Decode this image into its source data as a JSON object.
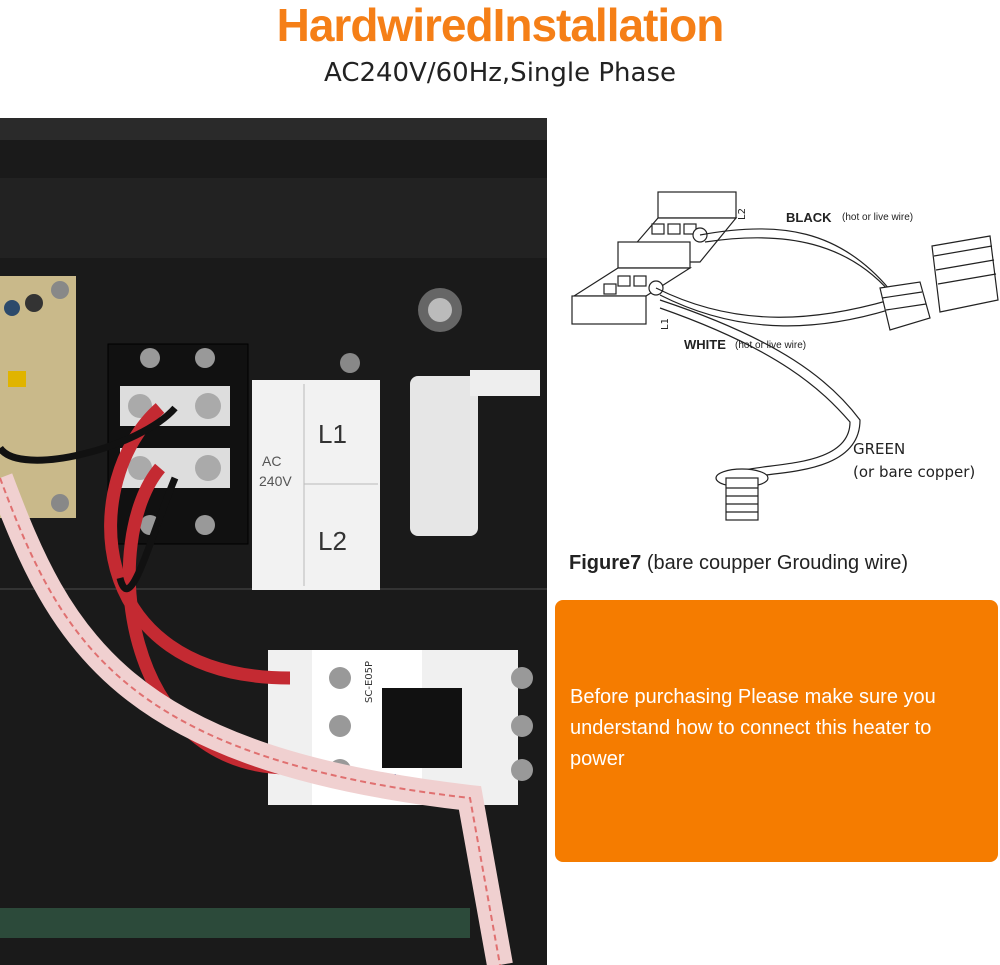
{
  "header": {
    "title": "HardwiredInstallation",
    "subtitle": "AC240V/60Hz,Single Phase"
  },
  "photo": {
    "label_ac": "AC",
    "label_voltage": "240V",
    "label_l1": "L1",
    "label_l2": "L2",
    "contactor_model": "SC-E05P"
  },
  "diagram": {
    "black_label": "BLACK",
    "black_note": "(hot or live wire)",
    "white_label": "WHITE",
    "white_note": "(hot or live wire)",
    "green_label": "GREEN",
    "green_note": "(or bare copper)",
    "terminal_l1": "L1",
    "terminal_l2": "L2"
  },
  "caption": {
    "figure": "Figure7",
    "text": "(bare coupper Grouding wire)"
  },
  "note": {
    "text": "Before purchasing Please make sure you understand how to connect this heater to power"
  },
  "colors": {
    "accent": "#f57c00",
    "title": "#f57f17"
  }
}
